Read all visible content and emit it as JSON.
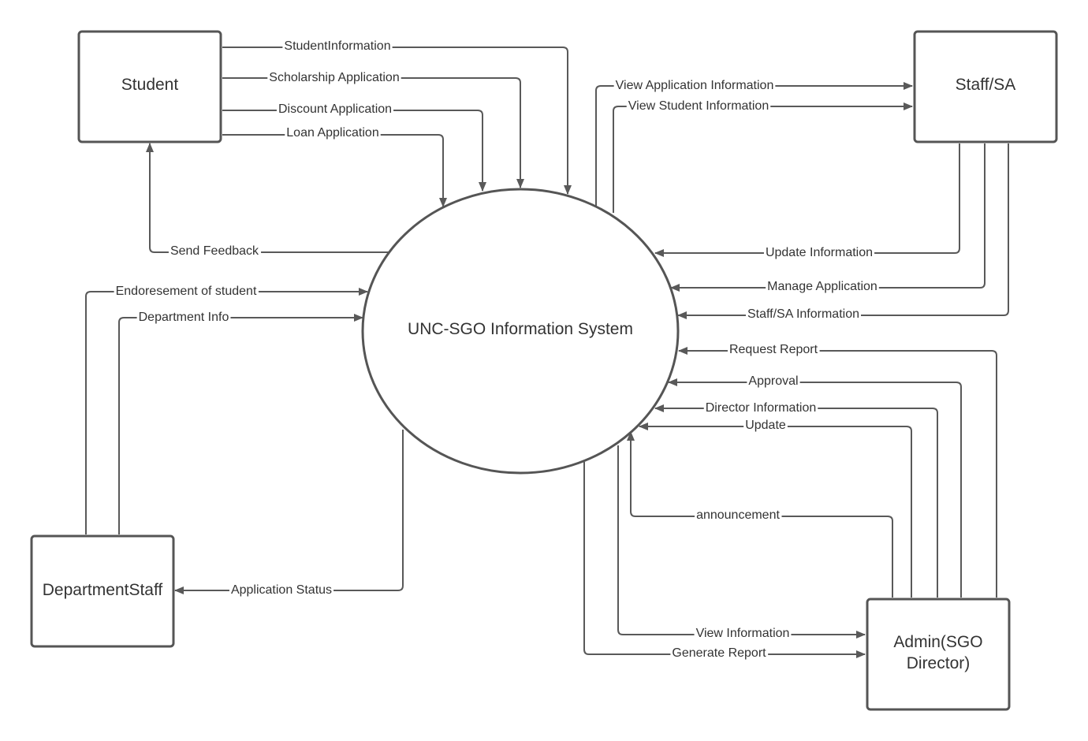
{
  "colors": {
    "stroke": "#555555",
    "text": "#333333",
    "background": "#ffffff"
  },
  "process": {
    "label": "UNC-SGO Information System"
  },
  "entities": {
    "student": "Student",
    "staff": "Staff/SA",
    "department": "DepartmentStaff",
    "admin_line1": "Admin(SGO",
    "admin_line2": "Director)"
  },
  "flows": {
    "student_information": "StudentInformation",
    "scholarship_application": "Scholarship Application",
    "discount_application": "Discount Application",
    "loan_application": "Loan Application",
    "send_feedback": "Send Feedback",
    "view_application_information": "View Application Information",
    "view_student_information": "View Student Information",
    "update_information": "Update Information",
    "manage_application": "Manage Application",
    "staff_information": "Staff/SA Information",
    "endorsement": "Endoresement of student",
    "department_info": "Department Info",
    "application_status": "Application Status",
    "request_report": "Request Report",
    "approval": "Approval",
    "director_information": "Director Information",
    "update": "Update",
    "announcement": "announcement",
    "view_information": "View Information",
    "generate_report": "Generate Report"
  }
}
